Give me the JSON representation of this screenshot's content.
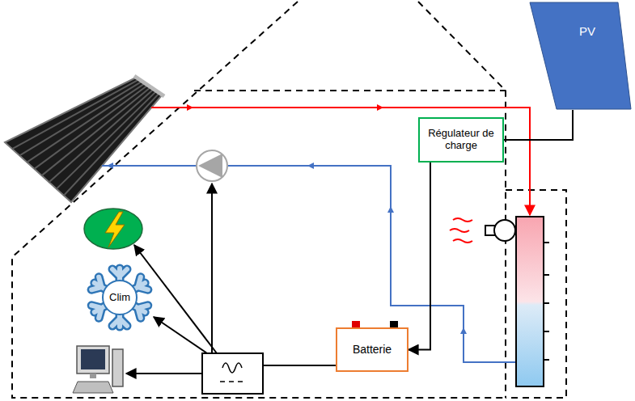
{
  "diagram": {
    "nodes": [
      {
        "text": [
          "PV"
        ]
      },
      {
        "text": [
          "Régulateur de charge"
        ]
      },
      {
        "text": [
          "Clim"
        ]
      },
      {
        "text": [
          "Batterie"
        ]
      }
    ],
    "edges": [
      {
        "from": 0,
        "to": 1,
        "arrow": "none"
      },
      {
        "from": 1,
        "to": 3,
        "arrow": "to"
      }
    ]
  }
}
